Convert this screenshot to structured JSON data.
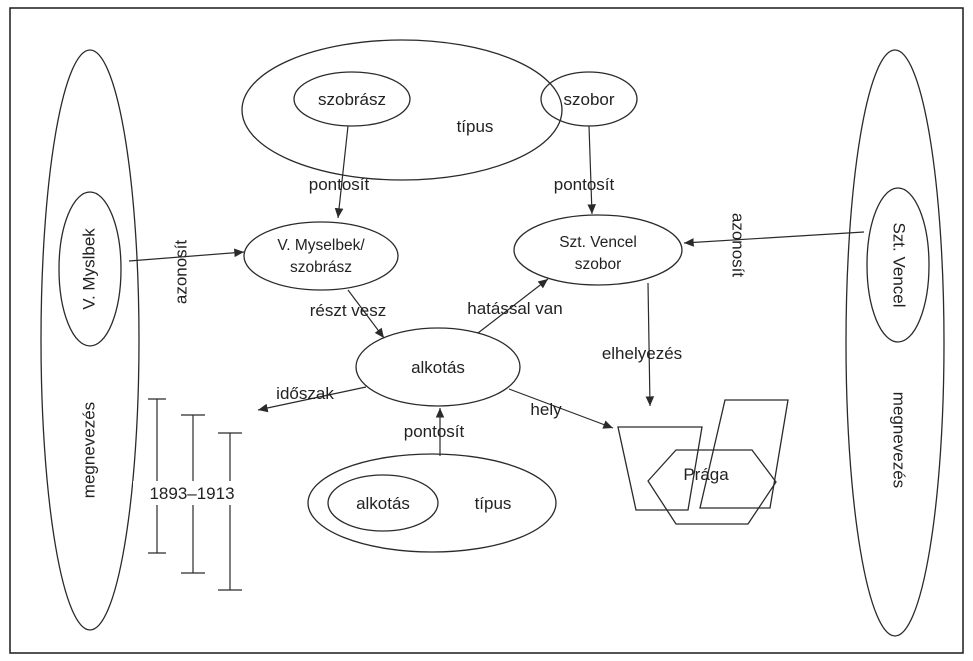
{
  "colors": {
    "ink": "#2a2a2a",
    "background": "#ffffff"
  },
  "nodes": {
    "type_top_szobrasz": "szobrász",
    "type_top_szobor": "szobor",
    "type_top_label": "típus",
    "myselbek_line1": "V. Myselbek/",
    "myselbek_line2": "szobrász",
    "vencel_line1": "Szt. Vencel",
    "vencel_line2": "szobor",
    "alkotas": "alkotás",
    "type_bottom_alkotas": "alkotás",
    "type_bottom_label": "típus",
    "praga": "Prága",
    "left_name": "V. Myslbek",
    "left_megnevezes": "megnevezés",
    "right_name": "Szt. Vencel",
    "right_megnevezes": "megnevezés",
    "date_range": "1893–1913"
  },
  "edges": {
    "pontosit_left": "pontosít",
    "pontosit_right": "pontosít",
    "pontosit_bottom": "pontosít",
    "azonosit_left": "azonosít",
    "azonosit_right": "azonosít",
    "reszt_vesz": "részt vesz",
    "hatassal_van": "hatással van",
    "elhelyezes": "elhelyezés",
    "idoszak": "időszak",
    "hely": "hely"
  }
}
